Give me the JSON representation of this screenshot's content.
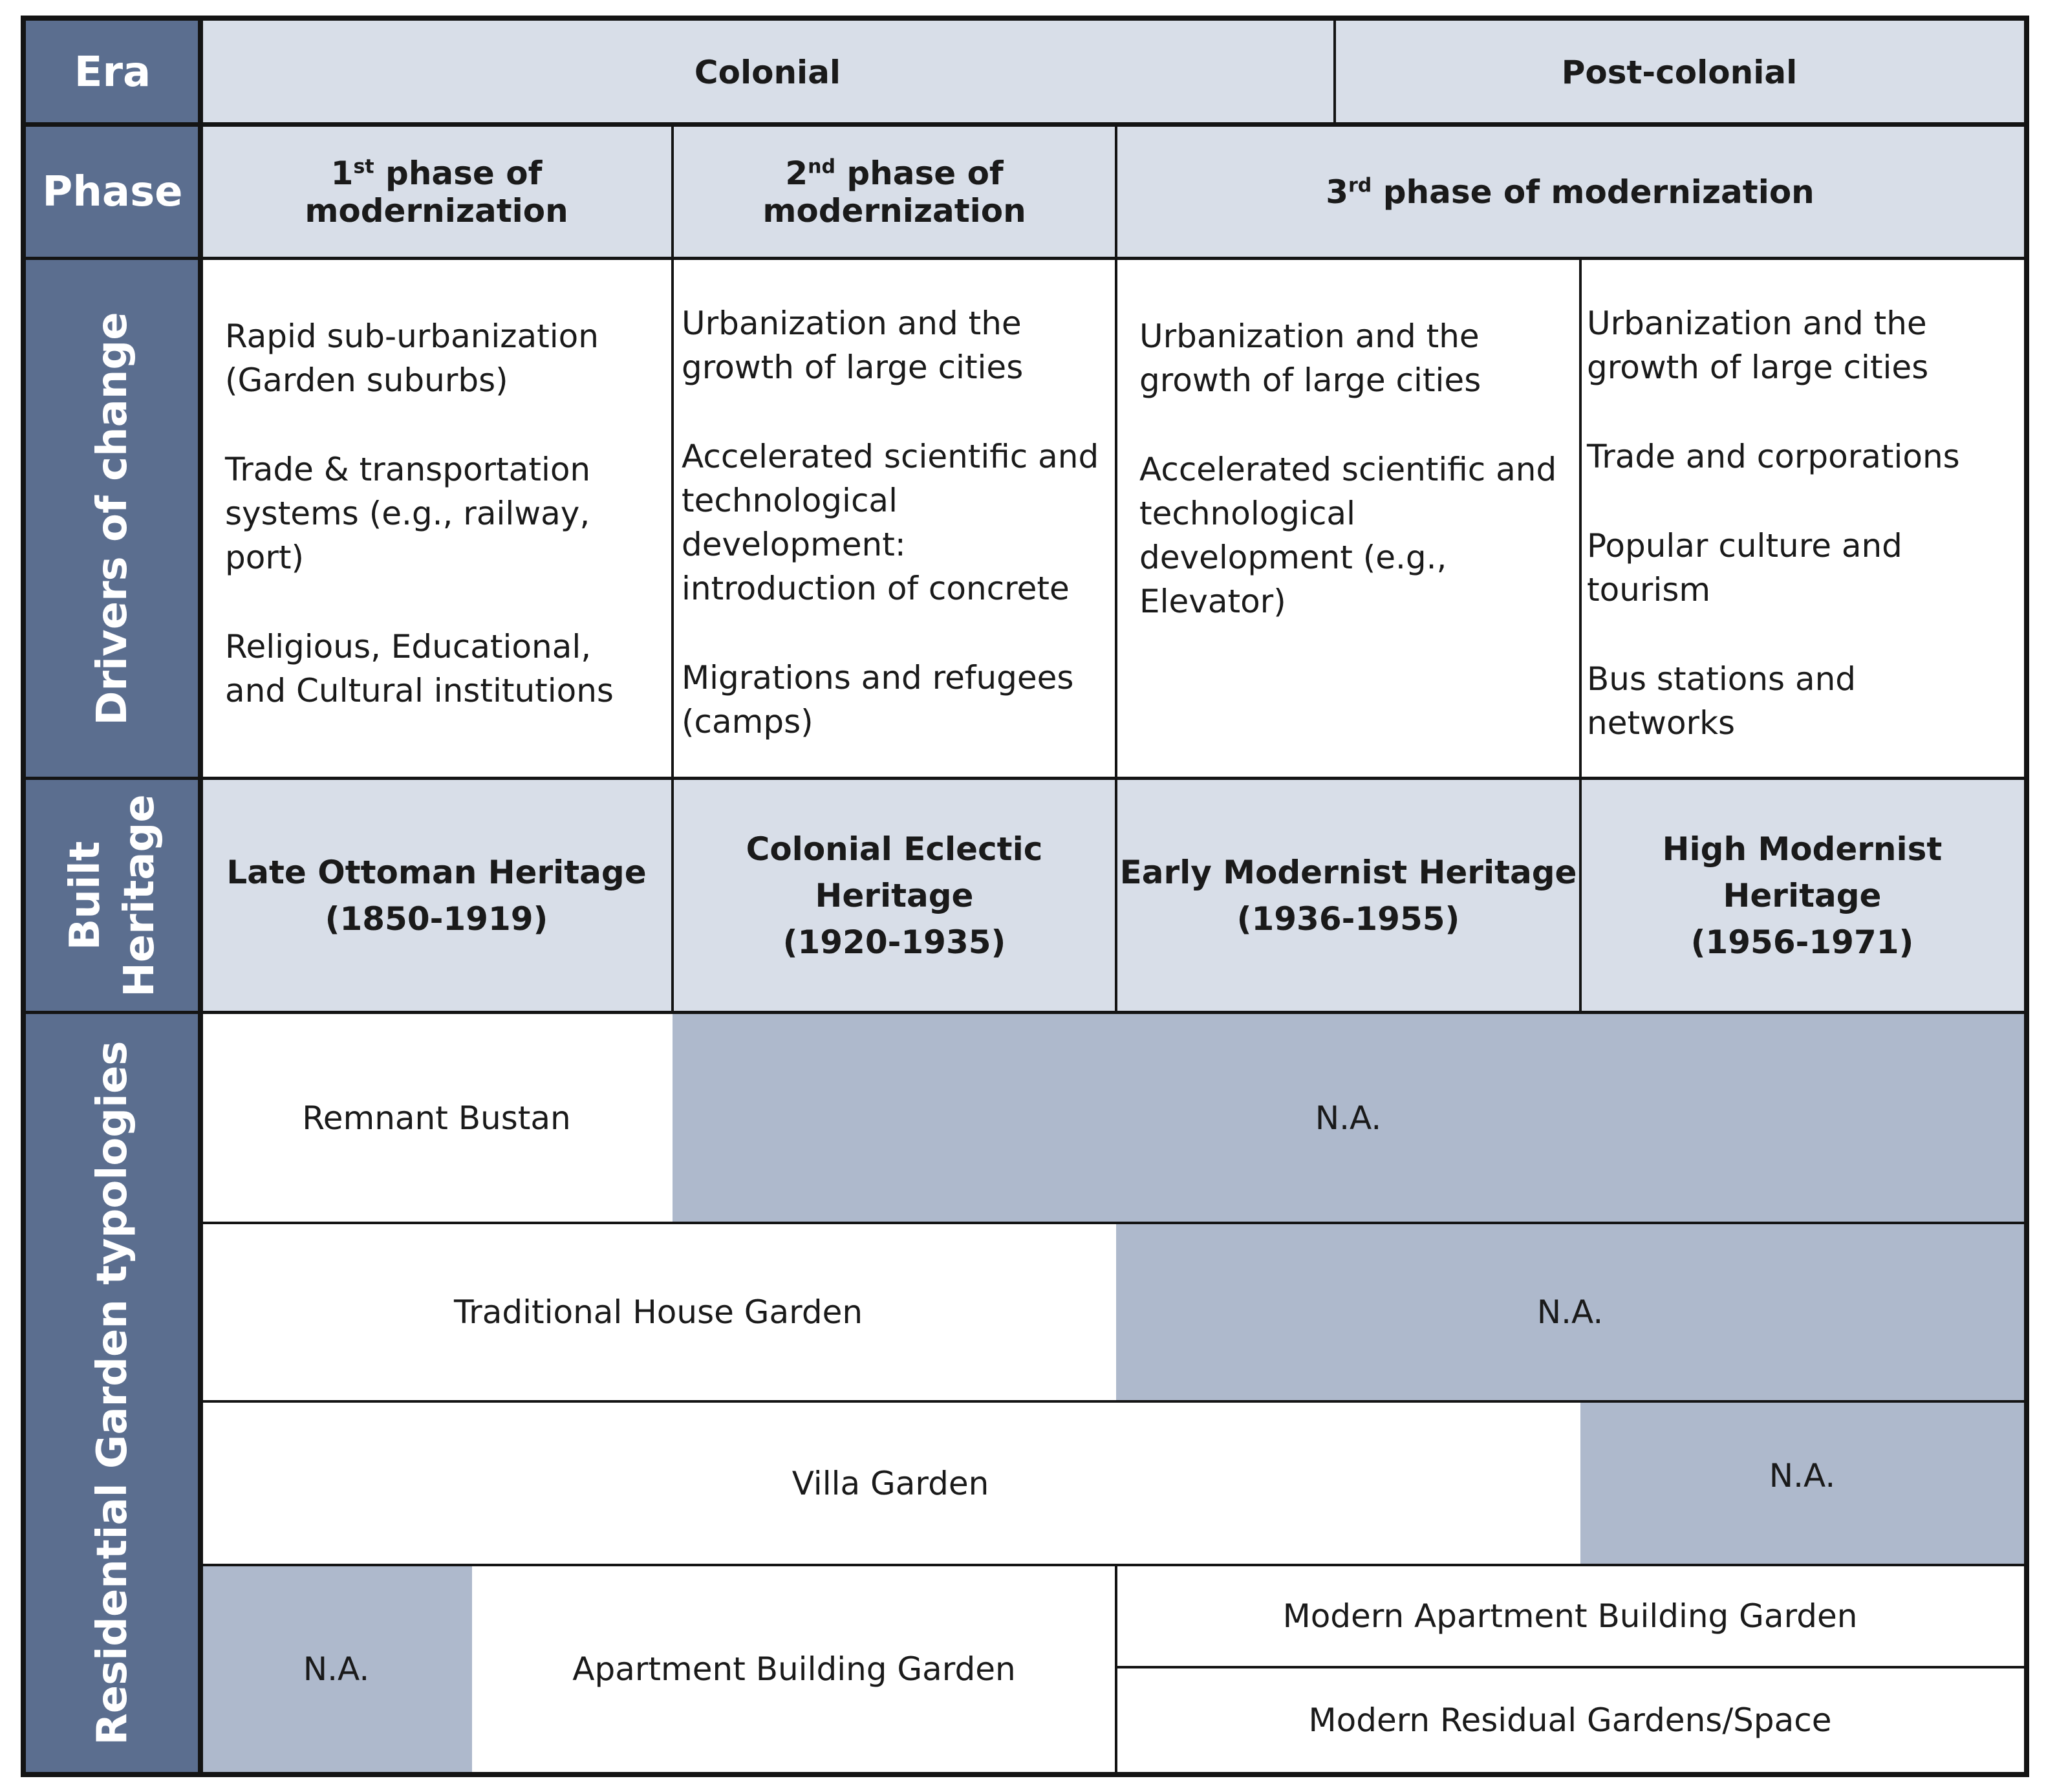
{
  "row_labels": {
    "era": "Era",
    "phase": "Phase",
    "drivers": "Drivers of change",
    "built_heritage_1": "Built",
    "built_heritage_2": "Heritage",
    "typologies": "Residential Garden typologies"
  },
  "eras": [
    "Colonial",
    "Post-colonial"
  ],
  "phases": [
    {
      "num": "1",
      "sup": "st",
      "text": " phase of modernization"
    },
    {
      "num": "2",
      "sup": "nd",
      "text": " phase of modernization"
    },
    {
      "num": "3",
      "sup": "rd",
      "text": " phase of modernization"
    }
  ],
  "drivers": [
    [
      "Rapid sub-urbanization (Garden suburbs)",
      "Trade & transportation systems (e.g., railway, port)",
      "Religious, Educational, and Cultural institutions"
    ],
    [
      "Urbanization and the growth of large cities",
      "Accelerated scientific and technological development: introduction of concrete",
      "Migrations and refugees (camps)"
    ],
    [
      "Urbanization and the growth of large cities",
      "Accelerated scientific and technological development (e.g., Elevator)"
    ],
    [
      "Urbanization and the growth of large cities",
      "Trade and corporations",
      "Popular culture and tourism",
      "Bus stations and networks"
    ]
  ],
  "heritage": [
    {
      "name": "Late Ottoman Heritage",
      "years": "(1850-1919)"
    },
    {
      "name": "Colonial Eclectic Heritage",
      "years": "(1920-1935)"
    },
    {
      "name": "Early Modernist Heritage",
      "years": "(1936-1955)"
    },
    {
      "name": "High Modernist Heritage",
      "years": "(1956-1971)"
    }
  ],
  "typologies": {
    "remnant_bustan": "Remnant Bustan",
    "traditional_house_garden": "Traditional House Garden",
    "villa_garden": "Villa Garden",
    "apartment_building_garden": "Apartment Building Garden",
    "modern_apartment_building_garden": "Modern Apartment Building Garden",
    "modern_residual_gardens": "Modern Residual Gardens/Space",
    "na": "N.A."
  },
  "colors": {
    "side_header": "#5b6e8f",
    "header_fill": "#d8dee8",
    "na_fill": "#aeb9cc",
    "border": "#141414"
  }
}
